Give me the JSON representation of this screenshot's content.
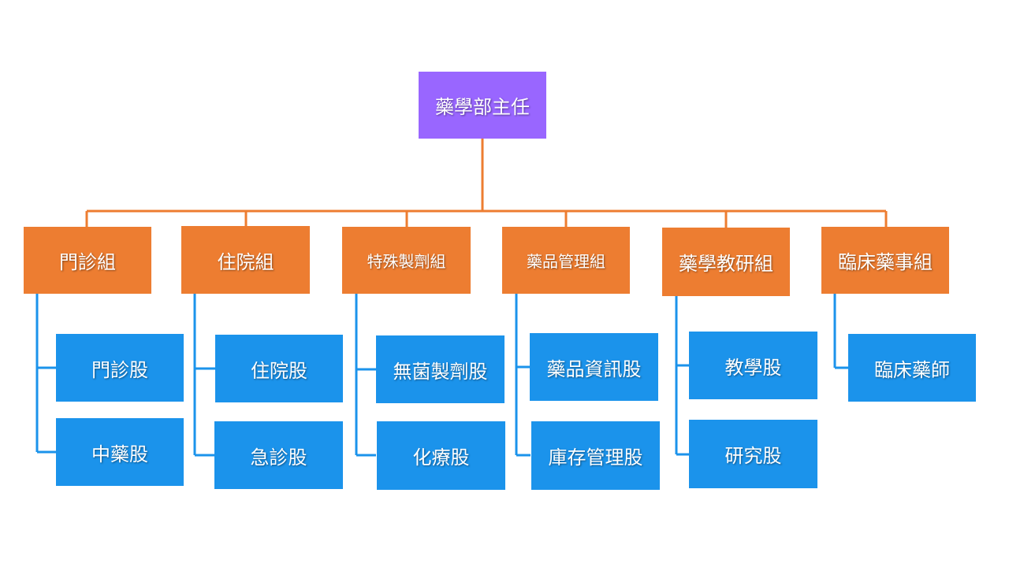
{
  "colors": {
    "root": "#9966ff",
    "group": "#ed7d31",
    "unit": "#1b93eb",
    "root_line": "#ed7d31",
    "unit_line": "#1b93eb"
  },
  "root": {
    "label": "藥學部主任"
  },
  "groups": [
    {
      "label": "門診組",
      "units": [
        "門診股",
        "中藥股"
      ]
    },
    {
      "label": "住院組",
      "units": [
        "住院股",
        "急診股"
      ]
    },
    {
      "label": "特殊製劑組",
      "units": [
        "無菌製劑股",
        "化療股"
      ]
    },
    {
      "label": "藥品管理組",
      "units": [
        "藥品資訊股",
        "庫存管理股"
      ]
    },
    {
      "label": "藥學教研組",
      "units": [
        "教學股",
        "研究股"
      ]
    },
    {
      "label": "臨床藥事組",
      "units": [
        "臨床藥師"
      ]
    }
  ]
}
